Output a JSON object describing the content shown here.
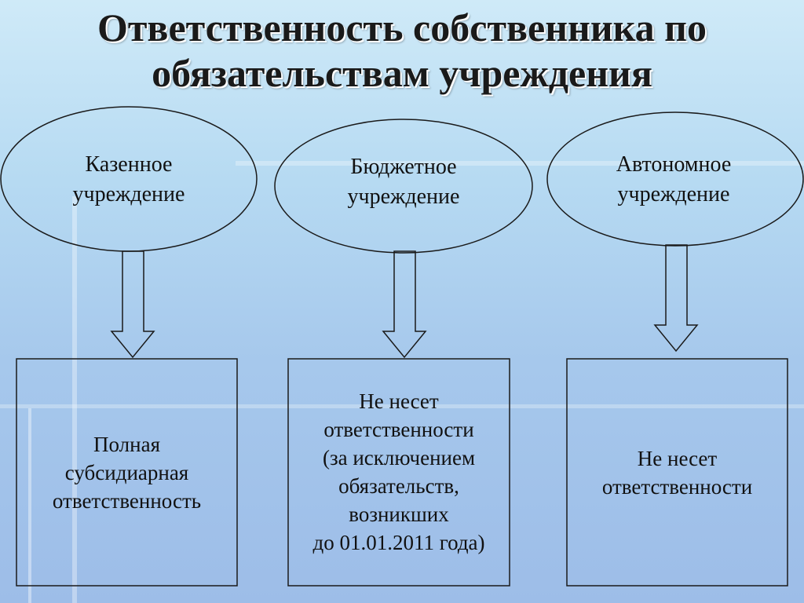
{
  "title": {
    "line1": "Ответственность собственника по",
    "line2": "обязательствам учреждения"
  },
  "institutions": [
    {
      "line1": "Казенное",
      "line2": "учреждение"
    },
    {
      "line1": "Бюджетное",
      "line2": "учреждение"
    },
    {
      "line1": "Автономное",
      "line2": "учреждение"
    }
  ],
  "outcomes": [
    {
      "lines": [
        "Полная",
        "субсидиарная",
        "ответственность"
      ]
    },
    {
      "lines": [
        "Не несет",
        "ответственности",
        "(за исключением",
        "обязательств,",
        "возникших",
        "до 01.01.2011 года)"
      ]
    },
    {
      "lines": [
        "Не несет",
        "ответственности"
      ]
    }
  ],
  "colors": {
    "shape_stroke": "#1a1a1a",
    "background_top": "#cfeaf8",
    "background_bottom": "#9dbde8"
  }
}
